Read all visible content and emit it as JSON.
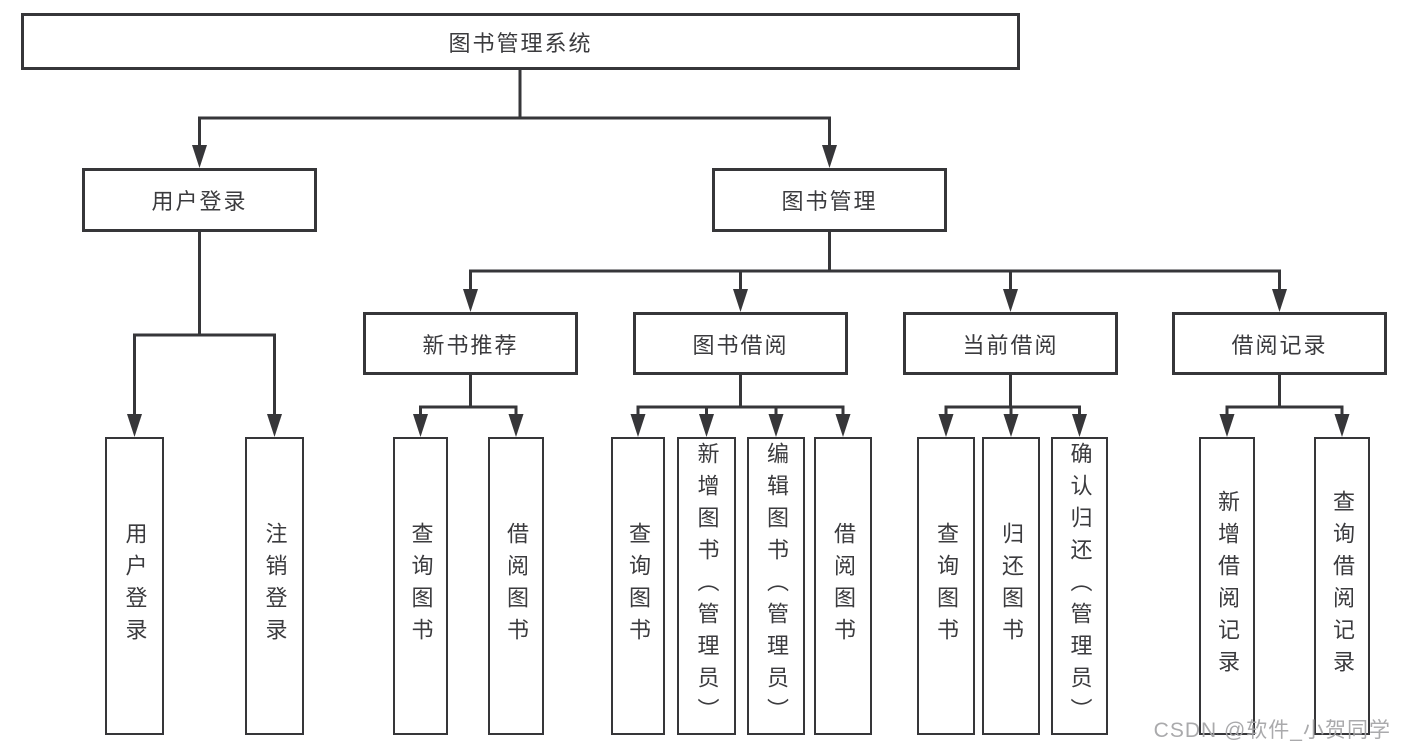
{
  "diagram": {
    "type": "hierarchy-tree",
    "tree": {
      "label": "图书管理系统",
      "children": [
        {
          "label": "用户登录",
          "children": [
            {
              "label": "用户登录"
            },
            {
              "label": "注销登录"
            }
          ]
        },
        {
          "label": "图书管理",
          "children": [
            {
              "label": "新书推荐",
              "children": [
                {
                  "label": "查询图书"
                },
                {
                  "label": "借阅图书"
                }
              ]
            },
            {
              "label": "图书借阅",
              "children": [
                {
                  "label": "查询图书"
                },
                {
                  "label": "新增图书（管理员）"
                },
                {
                  "label": "编辑图书（管理员）"
                },
                {
                  "label": "借阅图书"
                }
              ]
            },
            {
              "label": "当前借阅",
              "children": [
                {
                  "label": "查询图书"
                },
                {
                  "label": "归还图书"
                },
                {
                  "label": "确认归还（管理员）"
                }
              ]
            },
            {
              "label": "借阅记录",
              "children": [
                {
                  "label": "新增借阅记录"
                },
                {
                  "label": "查询借阅记录"
                }
              ]
            }
          ]
        }
      ]
    },
    "colors": {
      "line": "#363639",
      "text": "#3b3b3e",
      "background": "#ffffff",
      "watermark": "#a5a5a8"
    }
  },
  "watermark": {
    "text": "CSDN @软件_小贺同学"
  }
}
